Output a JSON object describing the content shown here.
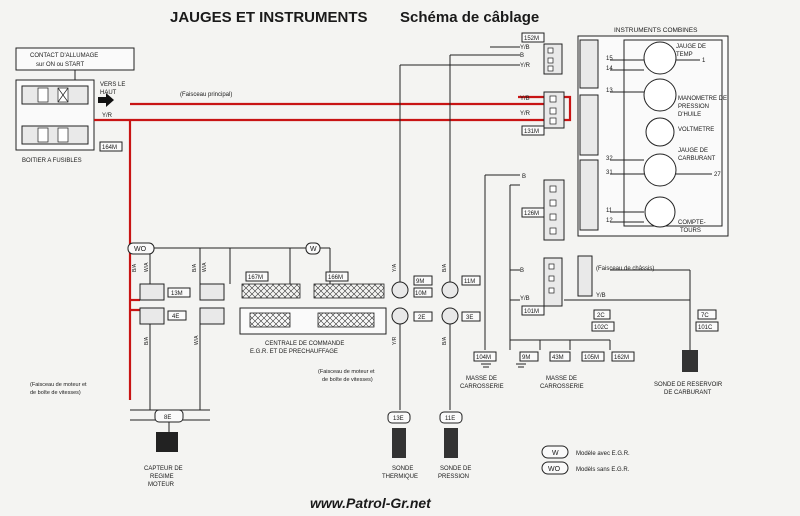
{
  "title": {
    "main": "JAUGES ET INSTRUMENTS",
    "sub": "Schéma de câblage"
  },
  "ignition": {
    "label_line1": "CONTACT D'ALLUMAGE",
    "label_line2": "sur ON ou START"
  },
  "fuse_box": {
    "label": "BOITIER A FUSIBLES",
    "direction_line1": "VERS LE",
    "direction_line2": "HAUT",
    "fuse_code": "Y/R",
    "connector": "164M"
  },
  "harness": {
    "main": "(Faisceau principal)",
    "engine_left_line1": "(Faisceau de moteur et",
    "engine_left_line2": "de boîte de vitesses)",
    "engine_mid_line1": "(Faisceau de moteur et",
    "engine_mid_line2": "de boîte de vitesses)",
    "chassis": "(Faisceau de châssis)"
  },
  "connectors": {
    "c152m": "152M",
    "c131m": "131M",
    "c126m": "126M",
    "c101m": "101M",
    "c13m": "13M",
    "c4e": "4E",
    "c167m": "167M",
    "c166m": "166M",
    "c9m": "9M",
    "c10m": "10M",
    "c2e": "2E",
    "c11m": "11M",
    "c3e": "3E",
    "c8e": "8E",
    "c13e": "13E",
    "c11e": "11E",
    "c2c": "2C",
    "c102c": "102C",
    "c7c": "7C",
    "c101c": "101C",
    "c104m": "104M",
    "c9m_gnd": "9M",
    "c43m": "43M",
    "c105m": "105M",
    "c162m": "162M",
    "wo": "WO",
    "w": "W"
  },
  "wire_codes": {
    "yb": "Y/B",
    "yr": "Y/R",
    "b": "B",
    "ba": "B/A",
    "wa": "W/A",
    "ya": "Y/A"
  },
  "ecu": {
    "line1": "CENTRALE DE COMMANDE",
    "line2": "E.G.R. ET DE PRECHAUFFAGE"
  },
  "instruments": {
    "title": "INSTRUMENTS COMBINES",
    "temp_line1": "JAUGE DE",
    "temp_line2": "TEMP",
    "oil_line1": "MANOMETRE DE",
    "oil_line2": "PRESSION",
    "oil_line3": "D'HUILE",
    "volt": "VOLTMETRE",
    "fuel_line1": "JAUGE DE",
    "fuel_line2": "CARBURANT",
    "tacho_line1": "COMPTE-",
    "tacho_line2": "TOURS",
    "pins": [
      "15",
      "14",
      "13",
      "32",
      "31",
      "11",
      "12",
      "1",
      "27"
    ]
  },
  "ground": {
    "label1_line1": "MASSE DE",
    "label1_line2": "CARROSSERIE",
    "label2_line1": "MASSE DE",
    "label2_line2": "CARROSSERIE"
  },
  "sensors": {
    "rpm_line1": "CAPTEUR DE",
    "rpm_line2": "REGIME",
    "rpm_line3": "MOTEUR",
    "thermal_line1": "SONDE",
    "thermal_line2": "THERMIQUE",
    "pressure_line1": "SONDE DE",
    "pressure_line2": "PRESSION",
    "fuel_tank_line1": "SONDE DE RESERVOIR",
    "fuel_tank_line2": "DE CARBURANT"
  },
  "legend": {
    "w_code": "W",
    "w_text": "Modèle avec E.G.R.",
    "wo_code": "WO",
    "wo_text": "Modèls sans E.G.R."
  },
  "watermark": "www.Patrol-Gr.net",
  "colors": {
    "red_wire": "#c81414",
    "ink": "#1a1a1a"
  }
}
